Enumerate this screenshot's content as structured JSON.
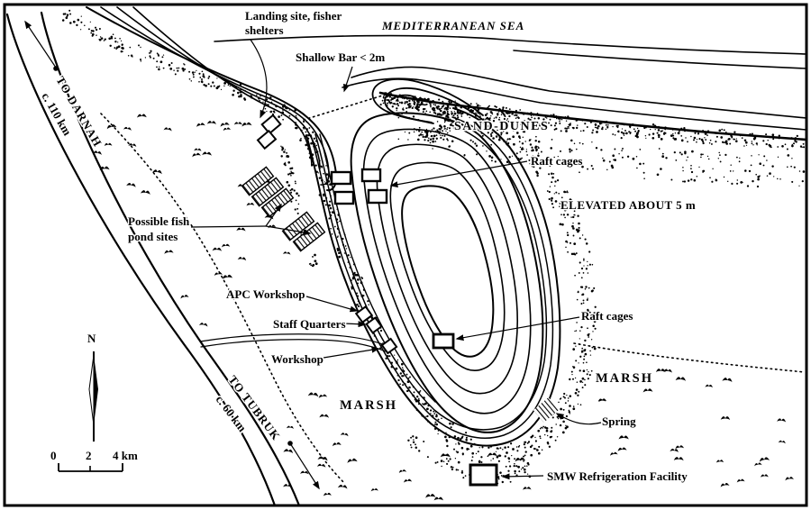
{
  "map": {
    "title_hint": "Coastal lagoon site map",
    "region_labels": {
      "sea": "MEDITERRANEAN SEA",
      "sand_dunes": "SAND-DUNES",
      "elevated": "ELEVATED ABOUT 5 m",
      "marsh_center": "MARSH",
      "marsh_east": "MARSH"
    },
    "feature_labels": {
      "landing_site_line1": "Landing site, fisher",
      "landing_site_line2": "shelters",
      "shallow_bar": "Shallow Bar < 2m",
      "raft_cages_north": "Raft cages",
      "raft_cages_south": "Raft cages",
      "fish_ponds_line1": "Possible fish",
      "fish_ponds_line2": "pond sites",
      "apc_workshop": "APC Workshop",
      "staff_quarters": "Staff Quarters",
      "workshop": "Workshop",
      "spring": "Spring",
      "smw": "SMW Refrigeration Facility"
    },
    "road_labels": {
      "darnah_dest": "TO DARNAH",
      "darnah_dist": "c. 110 km",
      "tubruk_dest": "TO TUBRUK",
      "tubruk_dist": "c. 60 km"
    },
    "compass": {
      "north": "N"
    },
    "scale_bar": {
      "tick0": "0",
      "tick2": "2",
      "tick4": "4 km"
    },
    "colors": {
      "ink": "#000000",
      "paper": "#ffffff"
    }
  }
}
